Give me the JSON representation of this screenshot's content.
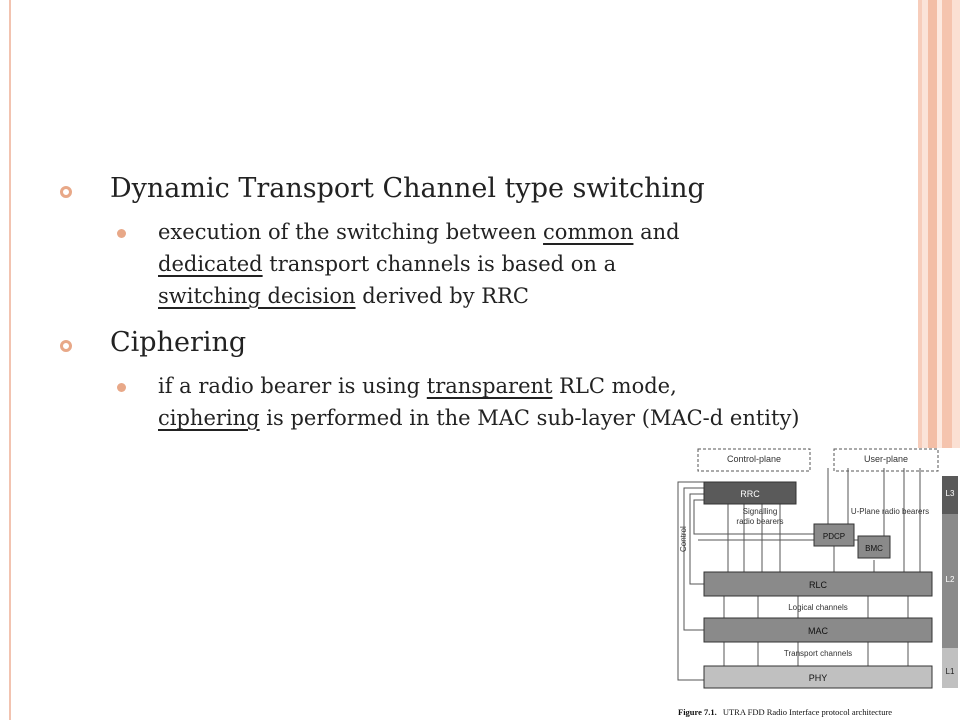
{
  "slide": {
    "section1": {
      "heading": "Dynamic Transport Channel type switching",
      "bullet": {
        "t1": "execution of the switching between ",
        "u1": "common",
        "t2": " and ",
        "u2": "dedicated",
        "t3": " transport channels is based on a ",
        "u3": "switching decision",
        "t4": " derived by RRC"
      }
    },
    "section2": {
      "heading": "Ciphering",
      "bullet": {
        "t1": "if a radio bearer is using ",
        "u1": "transparent",
        "t2": " RLC mode, ",
        "u2": "ciphering",
        "t3": " is performed in the MAC sub-layer (MAC-d entity)"
      }
    }
  },
  "figure": {
    "control_plane": "Control-plane",
    "user_plane": "User-plane",
    "rrc": "RRC",
    "signalling1": "Signalling",
    "signalling2": "radio bearers",
    "uplane_bearers": "U-Plane radio bearers",
    "pdcp": "PDCP",
    "bmc": "BMC",
    "control": "Control",
    "rlc": "RLC",
    "logical": "Logical channels",
    "mac": "MAC",
    "transport": "Transport channels",
    "phy": "PHY",
    "l3": "L3",
    "l2": "L2",
    "l1": "L1",
    "caption_bold": "Figure 7.1.",
    "caption": "UTRA FDD Radio Interface protocol architecture"
  },
  "colors": {
    "accent": "#e8a888",
    "left_line": "#f2c3b0",
    "deco1": "#f5c4ae",
    "deco2": "#fbe3d8",
    "block_dark": "#5a5a5a",
    "block_mid": "#8a8a8a",
    "block_light": "#c0c0c0"
  }
}
